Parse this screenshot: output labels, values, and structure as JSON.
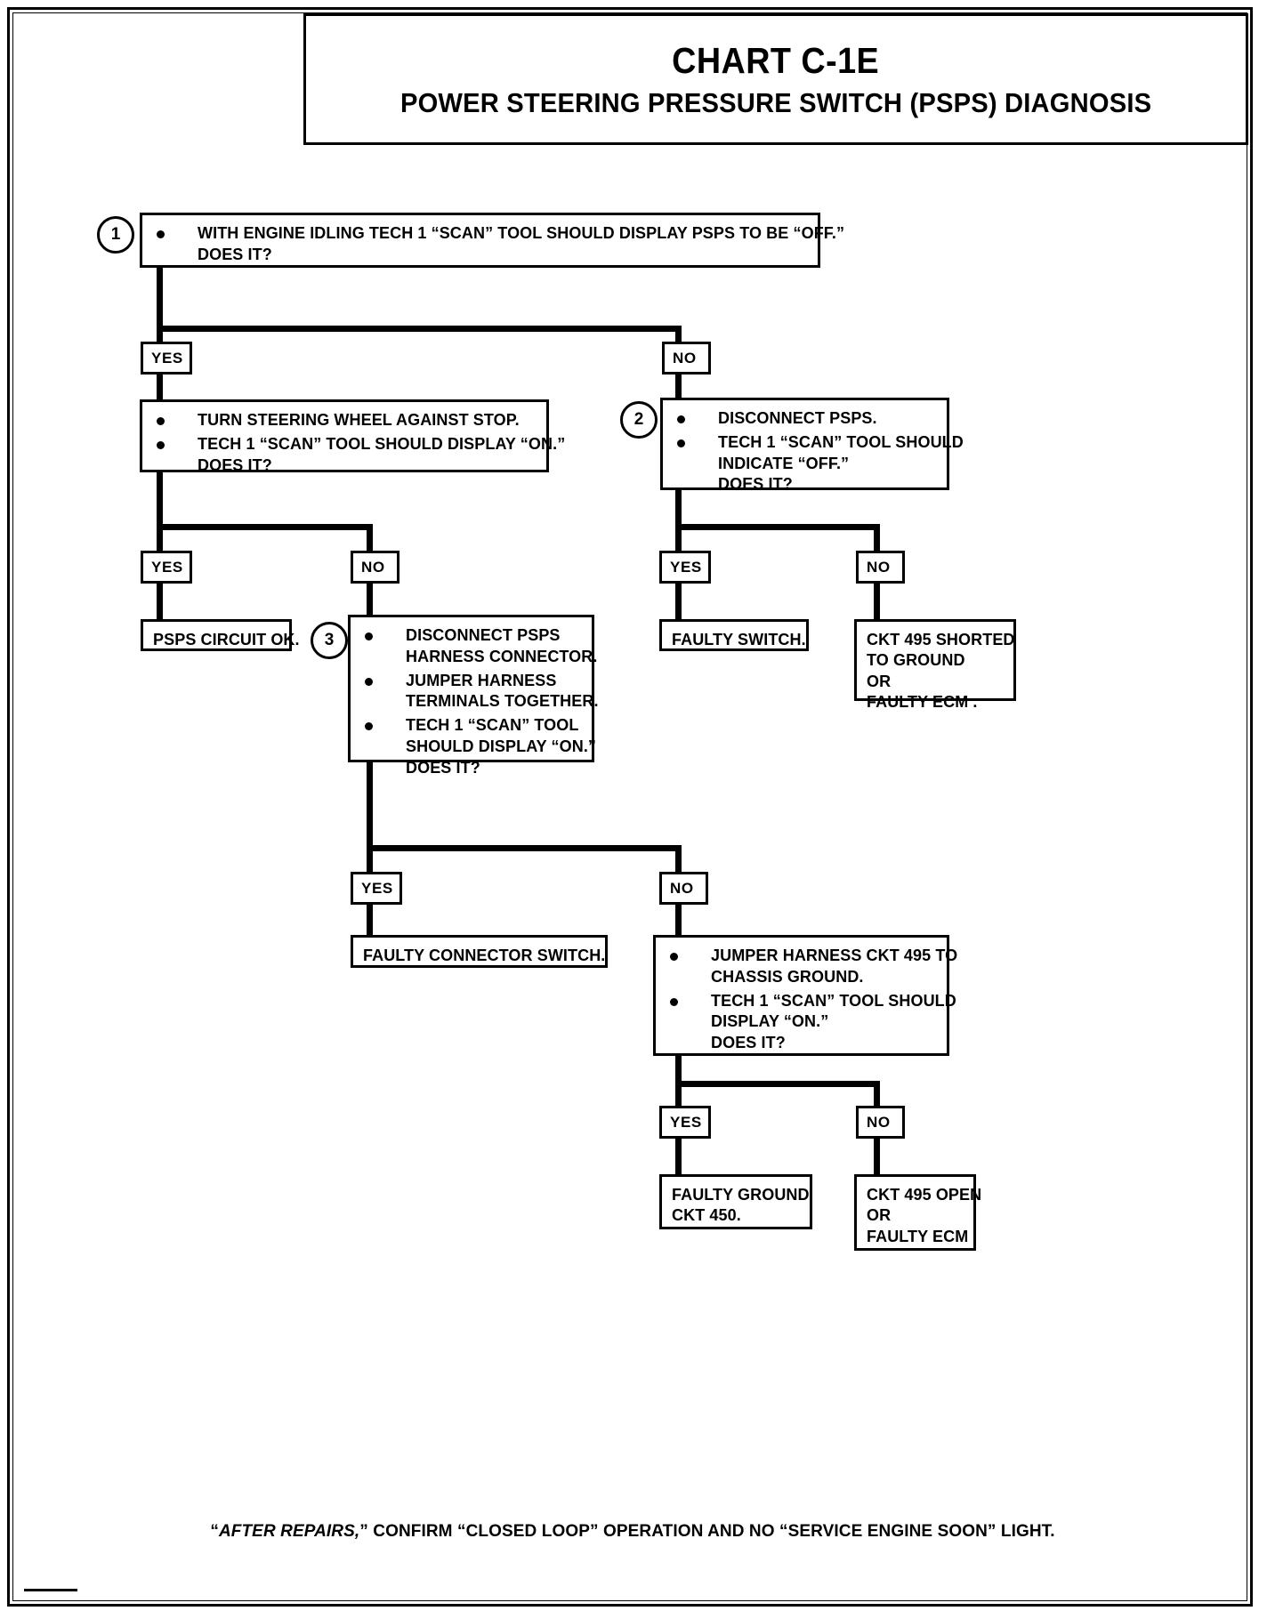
{
  "title": {
    "main": "CHART C-1E",
    "sub": "POWER STEERING PRESSURE SWITCH (PSPS) DIAGNOSIS"
  },
  "steps": {
    "one": "1",
    "two": "2",
    "three": "3"
  },
  "labels": {
    "yes": "YES",
    "no": "NO"
  },
  "step1": {
    "line1": "WITH ENGINE IDLING TECH 1 “SCAN” TOOL SHOULD DISPLAY PSPS TO BE “OFF.”",
    "line2": "DOES IT?"
  },
  "step_left": {
    "b1": "TURN STEERING WHEEL AGAINST STOP.",
    "b2_l1": "TECH 1 “SCAN” TOOL SHOULD DISPLAY “ON.”",
    "b2_l2": "DOES IT?"
  },
  "step2": {
    "b1": "DISCONNECT PSPS.",
    "b2_l1": "TECH 1 “SCAN” TOOL SHOULD",
    "b2_l2": "INDICATE “OFF.”",
    "b2_l3": "DOES IT?"
  },
  "step3": {
    "b1_l1": "DISCONNECT PSPS",
    "b1_l2": "HARNESS CONNECTOR.",
    "b2_l1": "JUMPER HARNESS",
    "b2_l2": "TERMINALS TOGETHER.",
    "b3_l1": "TECH 1 “SCAN” TOOL",
    "b3_l2": "SHOULD DISPLAY “ON.”",
    "b3_l3": "DOES IT?"
  },
  "step4": {
    "b1_l1": "JUMPER HARNESS CKT 495 TO",
    "b1_l2": "CHASSIS GROUND.",
    "b2_l1": "TECH 1 “SCAN” TOOL SHOULD",
    "b2_l2": "DISPLAY “ON.”",
    "b2_l3": "DOES IT?"
  },
  "results": {
    "psps_ok": "PSPS CIRCUIT OK.",
    "faulty_switch": "FAULTY SWITCH.",
    "ckt495_shorted_l1": "CKT 495 SHORTED",
    "ckt495_shorted_l2": "TO GROUND",
    "ckt495_shorted_l3": "OR",
    "ckt495_shorted_l4": "FAULTY ECM .",
    "faulty_connector": "FAULTY CONNECTOR  SWITCH.",
    "faulty_ground_l1": "FAULTY GROUND",
    "faulty_ground_l2": "CKT 450.",
    "ckt495_open_l1": "CKT 495 OPEN",
    "ckt495_open_l2": "OR",
    "ckt495_open_l3": "FAULTY ECM"
  },
  "footer": {
    "a": "“",
    "b": "AFTER REPAIRS,",
    "c": "” CONFIRM “CLOSED LOOP” OPERATION AND NO “SERVICE ENGINE SOON” LIGHT."
  }
}
